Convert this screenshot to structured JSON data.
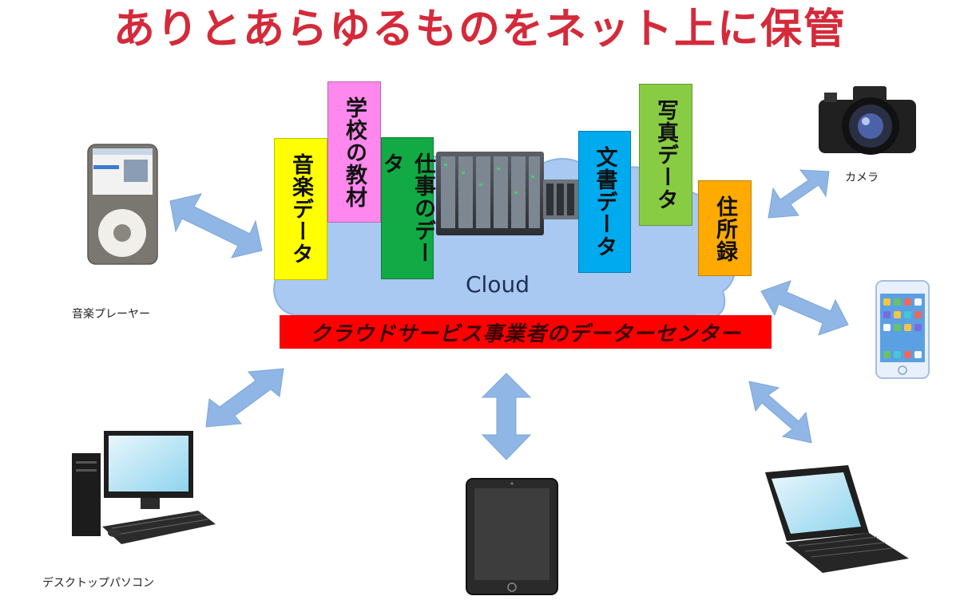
{
  "title": "ありとあらゆるものをネット上に保管",
  "cloud_label": "Cloud",
  "banner_label": "クラウドサービス事業者のデーターセンター",
  "data_tags": [
    {
      "label": "音楽データ",
      "color": "#ffff00"
    },
    {
      "label": "学校の教材",
      "color": "#ff88ee"
    },
    {
      "label": "仕事のデータ",
      "color": "#11aa44"
    },
    {
      "label": "文書データ",
      "color": "#00aaee"
    },
    {
      "label": "写真データ",
      "color": "#88cc44"
    },
    {
      "label": "住所録",
      "color": "#ffaa00"
    }
  ],
  "devices": {
    "music_player": "音楽プレーヤー",
    "camera": "カメラ",
    "desktop": "デスクトップパソコン"
  },
  "colors": {
    "cloud": "#a9c8f2",
    "arrow": "#8fb6e4",
    "title": "#d42a3a"
  }
}
